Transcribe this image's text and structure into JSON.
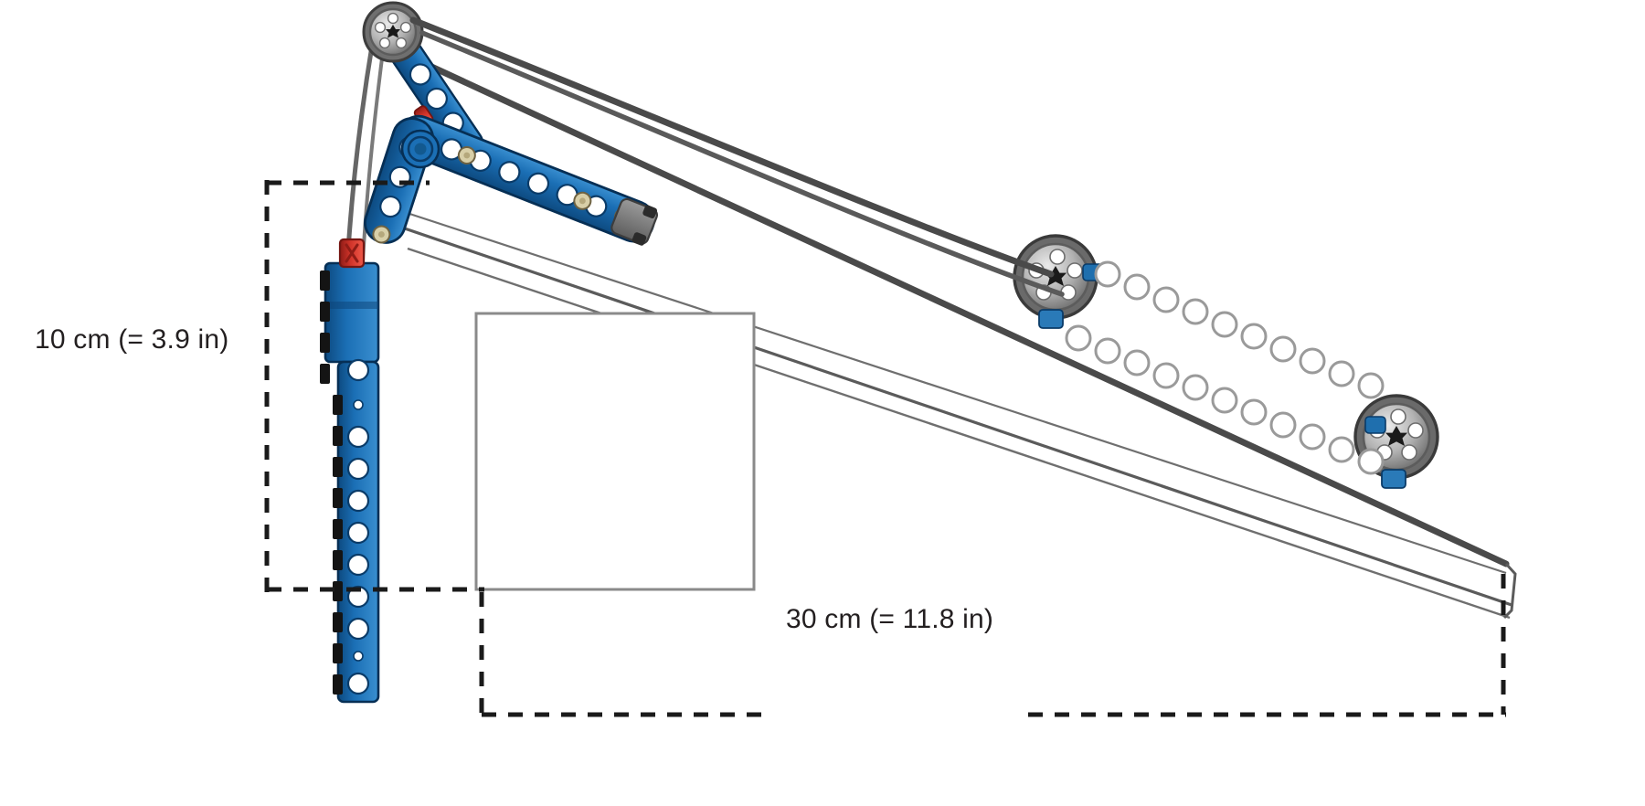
{
  "diagram": {
    "title": "LEGO Technic ramp and winch mechanism cross-section",
    "dimensions": {
      "vertical": {
        "label": "10 cm (= 3.9 in)",
        "value_cm": 10,
        "value_in": 3.9,
        "name": "vertical-drop-dimension"
      },
      "horizontal": {
        "label": "30 cm (= 11.8 in)",
        "value_cm": 30,
        "value_in": 11.8,
        "name": "horizontal-run-dimension"
      }
    },
    "colors": {
      "lego_blue": "#1b6fb5",
      "lego_blue_dark": "#0f4d85",
      "lego_blue_light": "#3a8fd0",
      "lego_red": "#d1342a",
      "pulley_gray": "#8c8c8c",
      "pulley_gray_dark": "#5c5c5c",
      "pulley_gray_light": "#d9d9d9",
      "line_dark": "#3b3b3b",
      "line_thin": "#6b6b6b",
      "box_outline": "#808080",
      "dash_black": "#1a1a1a",
      "text": "#231f20",
      "background": "#ffffff"
    },
    "parts": {
      "top_pulley": "top-pulley-wheel",
      "upper_ramp_pulley": "upper-ramp-pulley-wheel",
      "lower_ramp_pulley": "lower-ramp-pulley-wheel",
      "diagonal_beam": "diagonal-lego-beam",
      "angled_beam": "angled-lego-beam",
      "vertical_beam": "vertical-lego-beam",
      "red_connector": "red-axle-connector",
      "ramp_surface": "inclined-ramp-surface",
      "cargo_box": "cargo-box-outline",
      "string_pair": "winch-string-pair"
    }
  }
}
